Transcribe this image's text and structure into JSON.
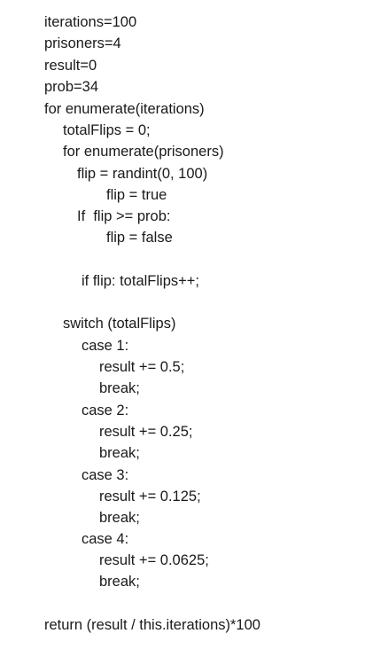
{
  "lines": [
    "iterations=100",
    "prisoners=4",
    "result=0",
    "prob=34",
    "for enumerate(iterations)",
    "totalFlips = 0;",
    "for enumerate(prisoners)",
    "flip = randint(0, 100)",
    "flip = true",
    "If  flip >= prob:",
    "flip = false",
    "if flip: totalFlips++;",
    "switch (totalFlips)",
    "case 1:",
    "result += 0.5;",
    "break;",
    "case 2:",
    "result += 0.25;",
    "break;",
    "case 3:",
    "result += 0.125;",
    "break;",
    "case 4:",
    "result += 0.0625;",
    "break;",
    "return (result / this.iterations)*100"
  ]
}
